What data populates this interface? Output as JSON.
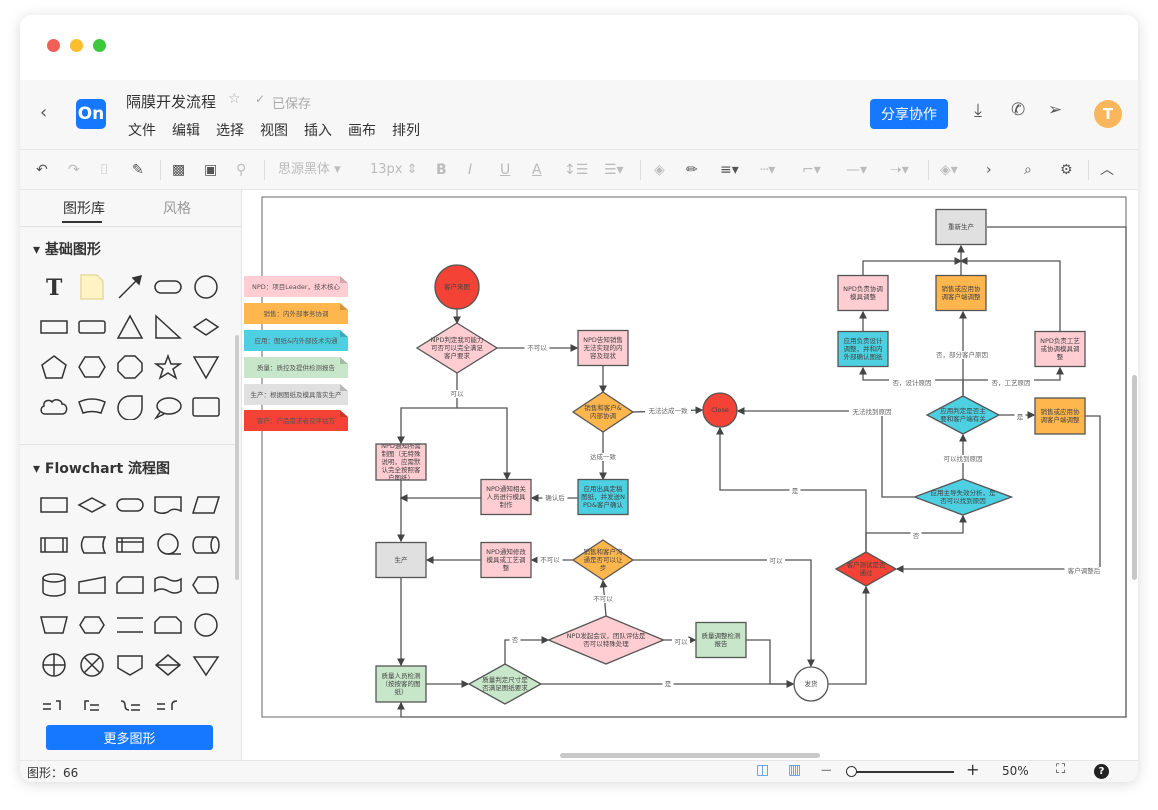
{
  "window": {
    "dots": [
      "#f25f58",
      "#fbbe2e",
      "#3cc73f"
    ]
  },
  "header": {
    "logo": "On",
    "title": "隔膜开发流程",
    "saved": "已保存",
    "menu": [
      "文件",
      "编辑",
      "选择",
      "视图",
      "插入",
      "画布",
      "排列"
    ],
    "share": "分享协作",
    "avatar": "T"
  },
  "toolbar": {
    "font": "思源黑体",
    "size": "13px"
  },
  "sidebar": {
    "tabs": [
      "图形库",
      "风格"
    ],
    "sections": [
      "基础图形",
      "Flowchart 流程图"
    ],
    "more": "更多图形"
  },
  "status": {
    "count": "图形：66",
    "zoom": "50%",
    "zoom_fraction": 0.0
  },
  "legend": [
    {
      "text": "NPD：项目Leader，技术核心",
      "color": "#ffcdd2"
    },
    {
      "text": "销售：内外部事务协调",
      "color": "#ffb74d"
    },
    {
      "text": "应用：图纸&内外部技术沟通",
      "color": "#4dd0e1"
    },
    {
      "text": "质量：质控及提供检测报告",
      "color": "#c8e6c9"
    },
    {
      "text": "生产：根据图纸及模具落实生产",
      "color": "#e0e0e0"
    },
    {
      "text": "客户：产品需求者及评估方",
      "color": "#f44336"
    }
  ],
  "diagram": {
    "nodes": [
      "客户来图",
      "NPD判定我司能力可否可以完全满足客户要求",
      "NPD告知销售无法实现的内容及现状",
      "销售和客户&内部协调",
      "Close",
      "应用出具定稿图纸，并发送NPD&客户确认",
      "NPD通知相关人员进行模具制作",
      "NPD通知所需制图（无特殊说明，应需默认完全按照客户图纸）",
      "生产",
      "NPD通知修改模具或工艺调整",
      "销售和客户沟通是否可以让步",
      "NPD发起会议，团队评估是否可以特殊处理",
      "质量调整检测报告",
      "发货",
      "质量人员检测（按按客的图纸）",
      "质量判定尺寸是否满足图纸要求",
      "客户测试是否通过",
      "应用主导失效分析，是否可以找到原因",
      "应用判定是否主要和客户端有关",
      "销售或应用协调客户端调整",
      "应用负责设计调整，并和内外部确认图纸",
      "NPD负责协调模具调整",
      "销售或应用协调客户端调整",
      "NPD负责工艺或协调模具调整",
      "重新生产"
    ],
    "labels": [
      "不可以",
      "可以",
      "无法达成一致",
      "达成一致",
      "确认后",
      "不可以",
      "可以",
      "不可以",
      "否",
      "可以",
      "是",
      "客户调整后",
      "否",
      "是",
      "无法找到原因",
      "可以找到原因",
      "是",
      "否，设计原因",
      "否，部分客户原因",
      "否，工艺原因"
    ]
  }
}
